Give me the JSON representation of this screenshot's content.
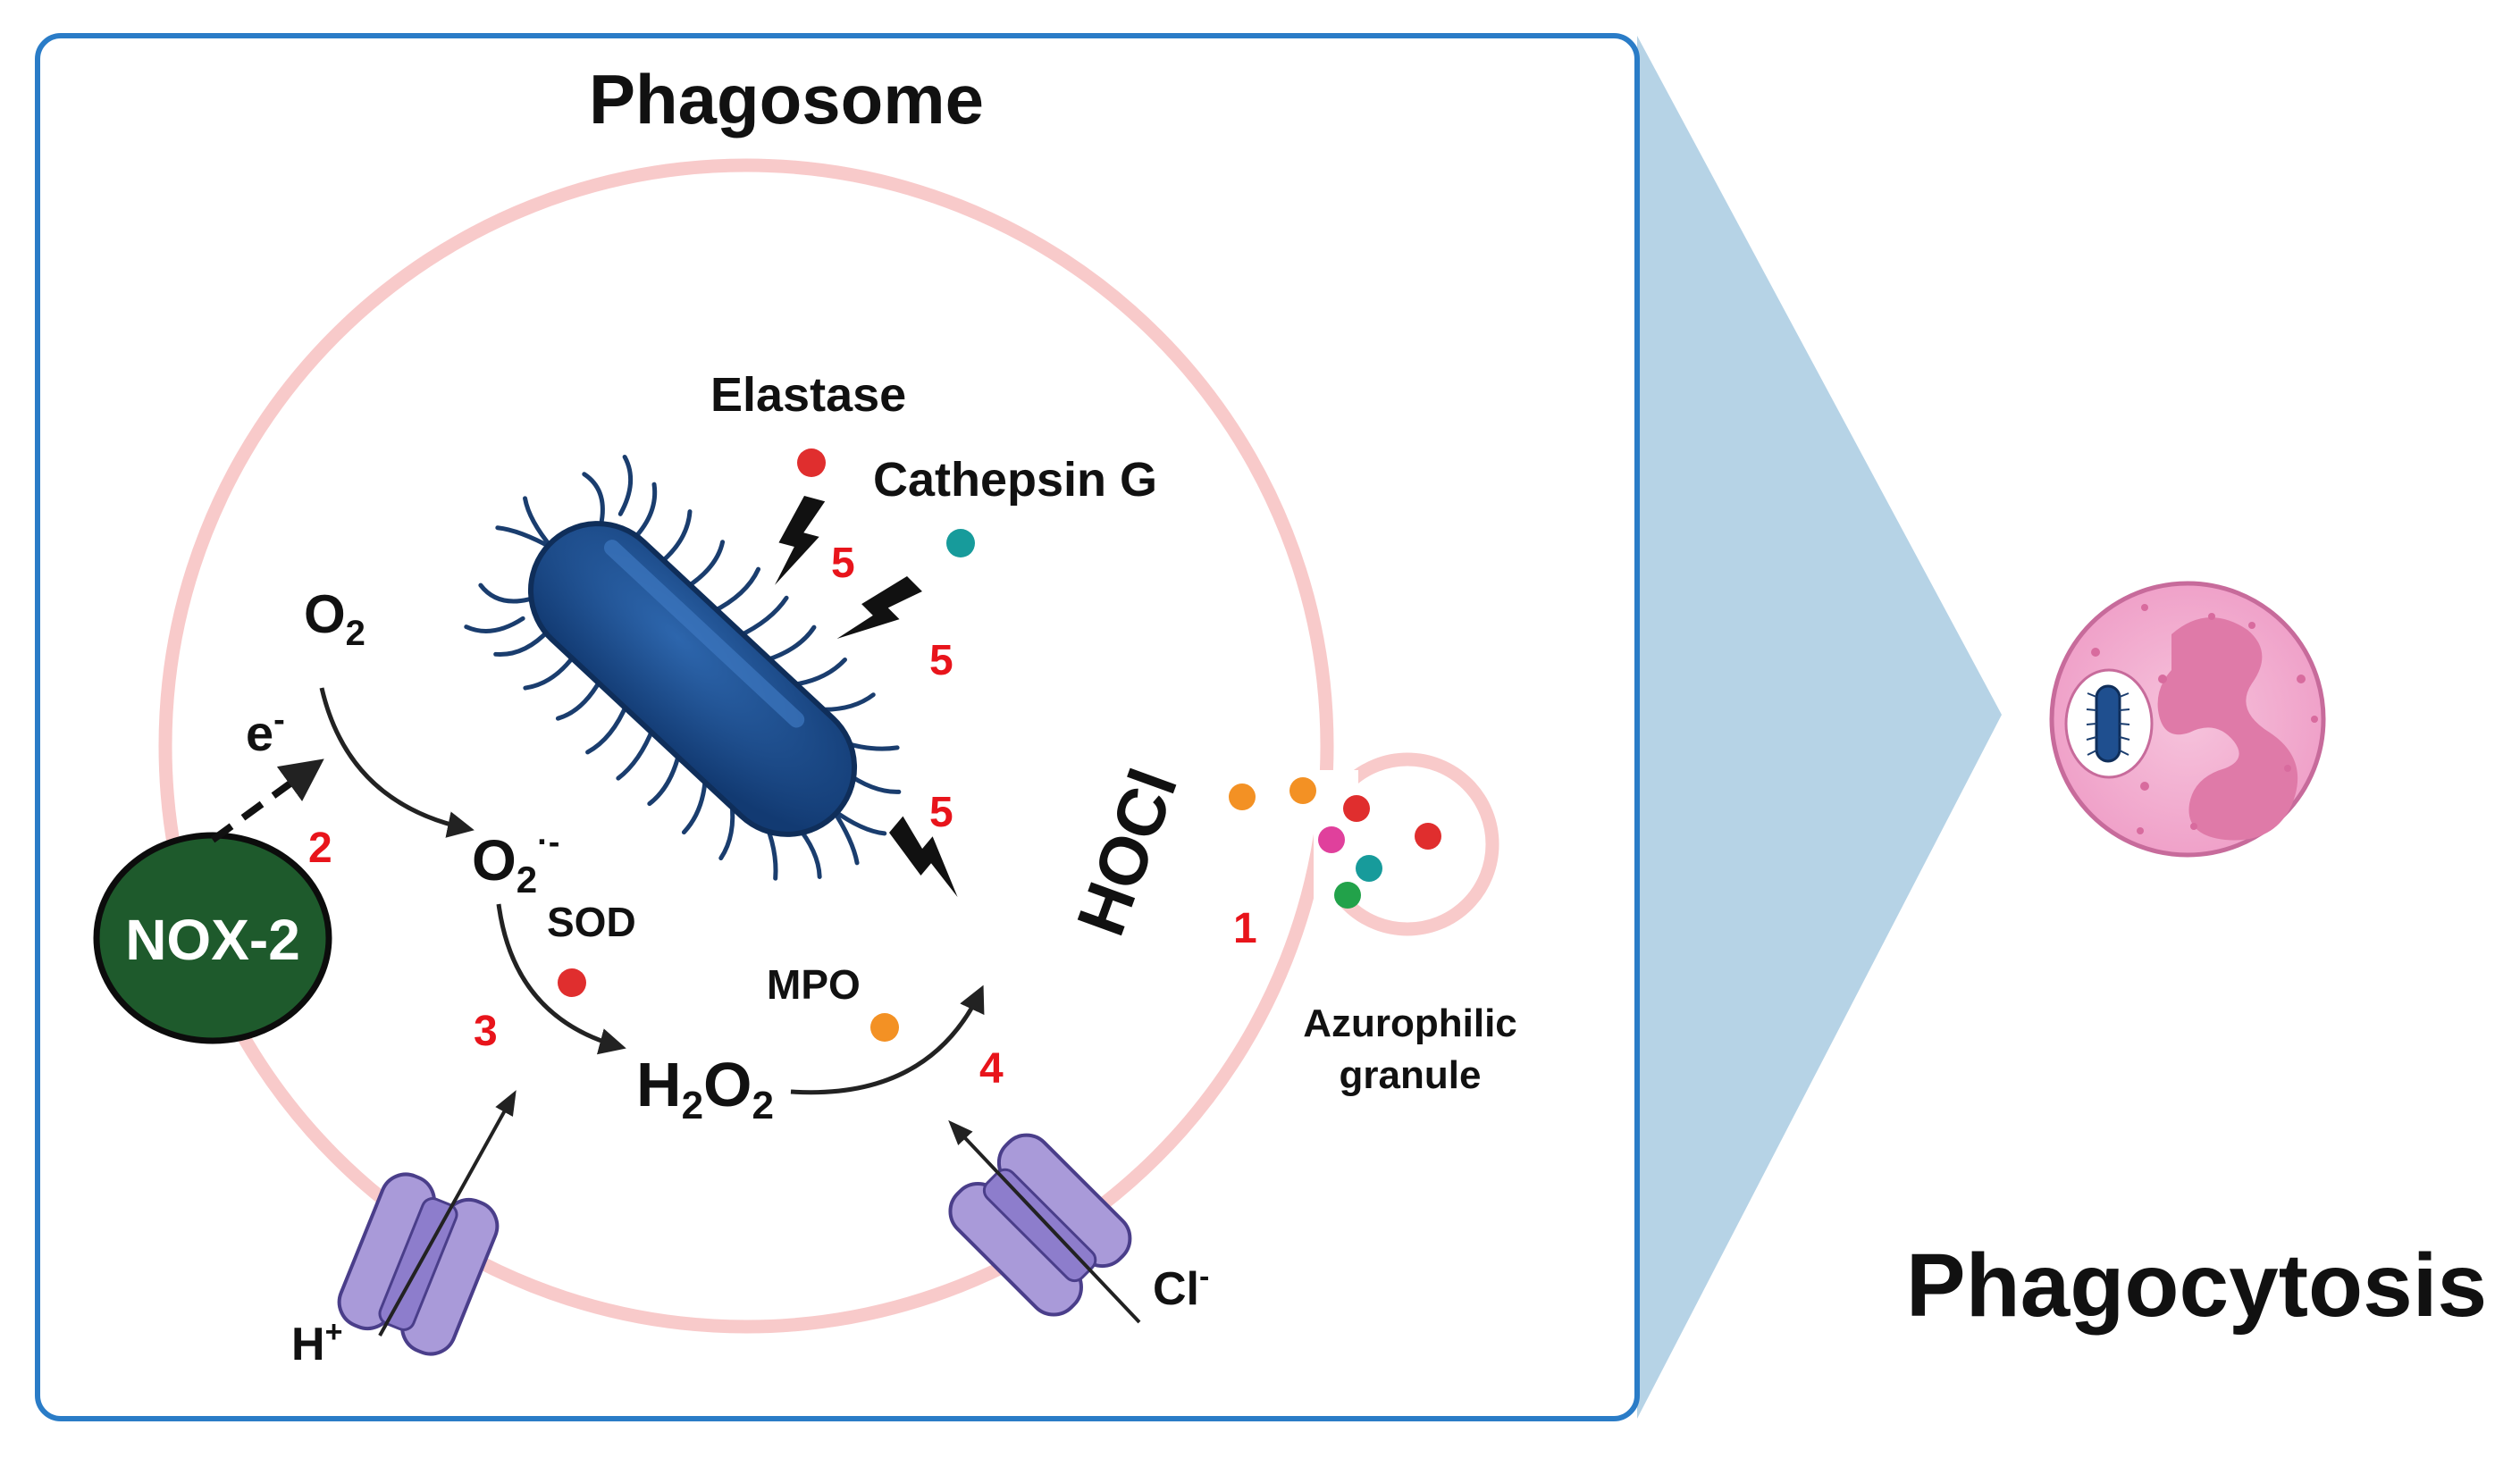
{
  "title": "Phagosome",
  "side_label": "Phagocytosis",
  "enzymes": {
    "nox": "NOX-2",
    "elastase": "Elastase",
    "cathepsin": "Cathepsin G",
    "sod": "SOD",
    "mpo": "MPO",
    "granule_line1": "Azurophilic",
    "granule_line2": "granule"
  },
  "species": {
    "o2": "O",
    "o2_sub": "2",
    "electron": "e",
    "electron_sup": "-",
    "superoxide": "O",
    "superoxide_sub": "2",
    "superoxide_sup": "·-",
    "h2o2_h": "H",
    "h2o2_sub1": "2",
    "h2o2_o": "O",
    "h2o2_sub2": "2",
    "hocl": "HOCl",
    "proton": "H",
    "proton_sup": "+",
    "chloride": "Cl",
    "chloride_sup": "-"
  },
  "steps": {
    "s1": "1",
    "s2": "2",
    "s3": "3",
    "s4": "4",
    "s5a": "5",
    "s5b": "5",
    "s5c": "5"
  },
  "colors": {
    "frame_border": "#2a7cc7",
    "membrane": "#f8caca",
    "nox_fill": "#1e5a2c",
    "bacterium": "#1f4f8f",
    "channel": "#a99ad9",
    "zoom_wedge": "#b6d3e6",
    "neutrophil": "#f2a9cf",
    "nucleus": "#df7aa8",
    "granule_red": "#e02e2e",
    "granule_orange": "#f39124",
    "granule_teal": "#179b9b",
    "granule_magenta": "#e0409c",
    "granule_green": "#22a24a",
    "step_number": "#e8141b"
  }
}
